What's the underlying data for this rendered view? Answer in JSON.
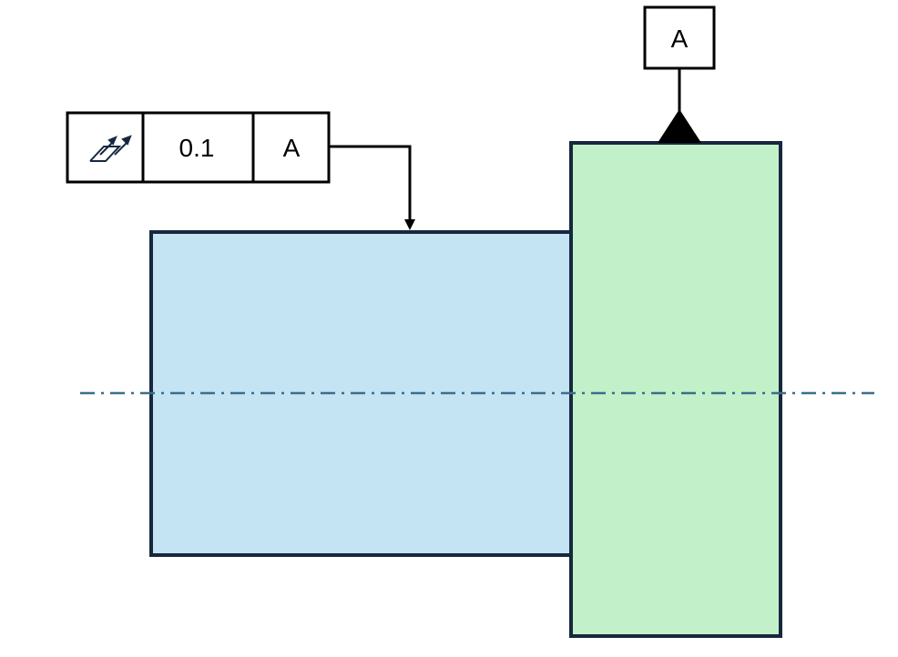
{
  "feature_control_frame": {
    "symbol_icon": "total-runout-icon",
    "tolerance": "0.1",
    "datum_reference": "A"
  },
  "datum_feature": {
    "label": "A"
  },
  "colors": {
    "outline": "#16283f",
    "small_cylinder_fill": "#c4e4f4",
    "large_cylinder_fill": "#c2f0c8",
    "centerline": "#3b6e8c",
    "frame_stroke": "#000000"
  }
}
